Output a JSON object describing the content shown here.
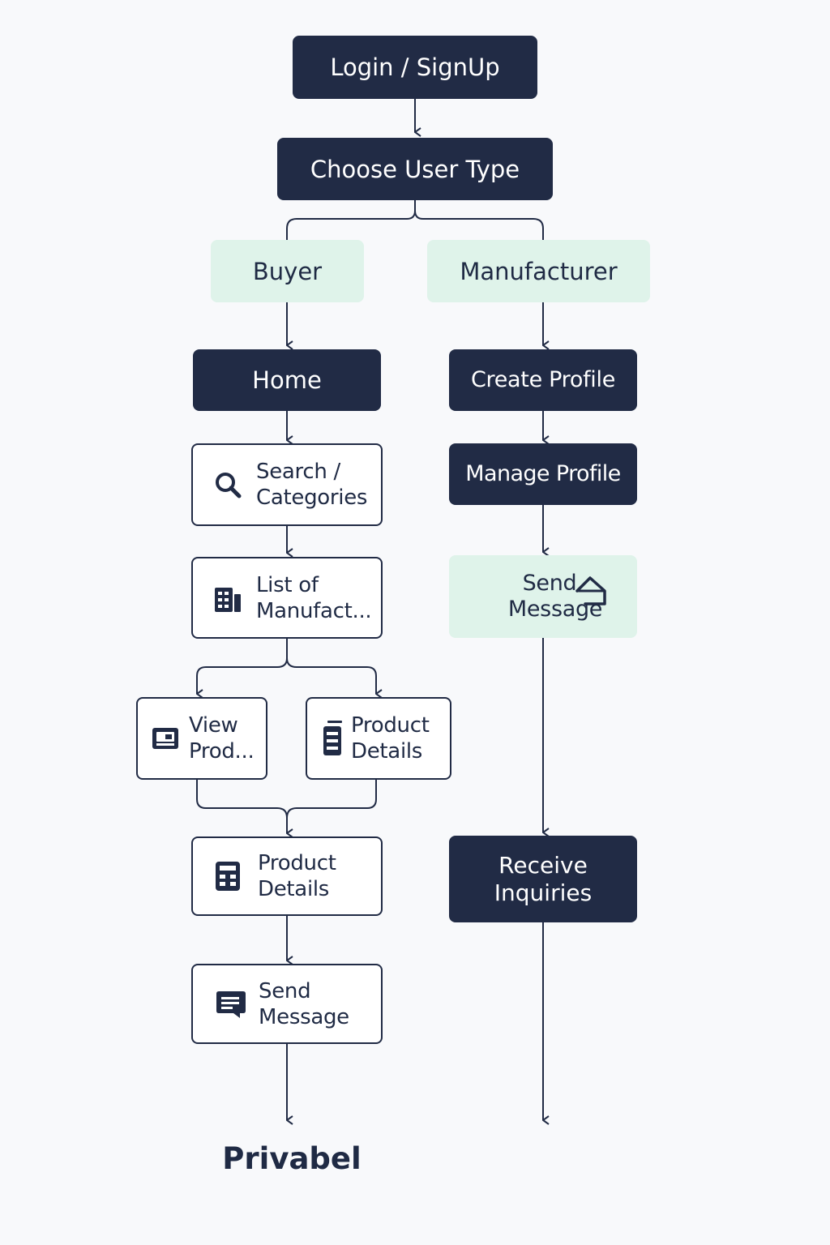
{
  "nodes": {
    "login": {
      "label": "Login / SignUp"
    },
    "choose_user_type": {
      "label": "Choose User Type"
    },
    "buyer": {
      "label": "Buyer"
    },
    "manufacturer": {
      "label": "Manufacturer"
    },
    "home": {
      "label": "Home"
    },
    "search": {
      "line1": "Search /",
      "line2": "Categories",
      "icon": "search-icon"
    },
    "list_manufacturers": {
      "line1": "List of",
      "line2": "Manufact...",
      "icon": "building-icon"
    },
    "view_products": {
      "line1": "View",
      "line2": "Prod...",
      "icon": "image-card-icon"
    },
    "product_details_branch": {
      "line1": "Product",
      "line2": "Details",
      "icon": "document-icon"
    },
    "product_details": {
      "line1": "Product",
      "line2": "Details",
      "icon": "calculator-icon"
    },
    "send_message_buyer": {
      "line1": "Send",
      "line2": "Message",
      "icon": "message-icon"
    },
    "create_profile": {
      "label": "Create Profile"
    },
    "manage_profile": {
      "label": "Manage Profile"
    },
    "send_message_manufacturer": {
      "line1": "Send",
      "line2": "Message",
      "icon": "send-icon"
    },
    "receive_inquiries": {
      "line1": "Receive",
      "line2": "Inquiries"
    }
  },
  "brand": "Privabel",
  "colors": {
    "dark_node": "#212b45",
    "mint_node": "#dff3ea",
    "outline_border": "#212b45",
    "connector": "#212b45",
    "background": "#f8f9fb"
  }
}
